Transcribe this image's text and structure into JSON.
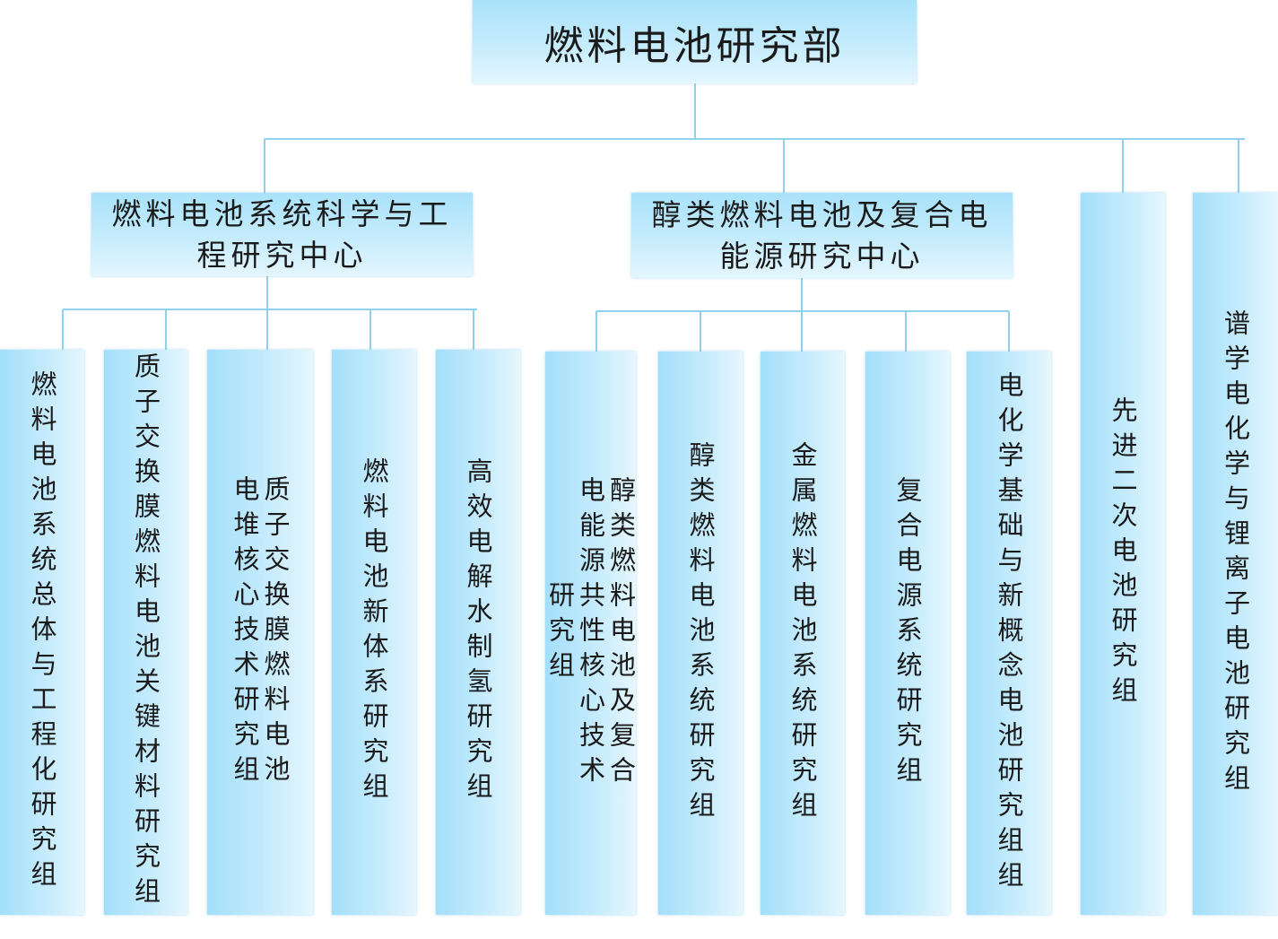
{
  "root": {
    "label": "燃料电池研究部"
  },
  "centers": [
    {
      "label": "燃料电池系统科学与工程研究中心"
    },
    {
      "label": "醇类燃料电池及复合电能源研究中心"
    }
  ],
  "groups": [
    {
      "label": "燃料电池系统总体与工程化研究组"
    },
    {
      "label": "质子交换膜燃料电池关键材料研究组"
    },
    {
      "label": "质子交换膜燃料电池电堆核心技术研究组"
    },
    {
      "label": "燃料电池新体系研究组"
    },
    {
      "label": "高效电解水制氢研究组"
    },
    {
      "label": "醇类燃料电池及复合电能源共性核心技术研究组"
    },
    {
      "label": "醇类燃料电池系统研究组"
    },
    {
      "label": "金属燃料电池系统研究组"
    },
    {
      "label": "复合电源系统研究组"
    },
    {
      "label": "电化学基础与新概念电池研究组组"
    },
    {
      "label": "先进二次电池研究组"
    },
    {
      "label": "谱学电化学与锂离子电池研究组"
    }
  ],
  "colors": {
    "box_top": "#a9e2fa",
    "box_bottom": "#e4f6fe",
    "connector": "#8fd0ef"
  }
}
